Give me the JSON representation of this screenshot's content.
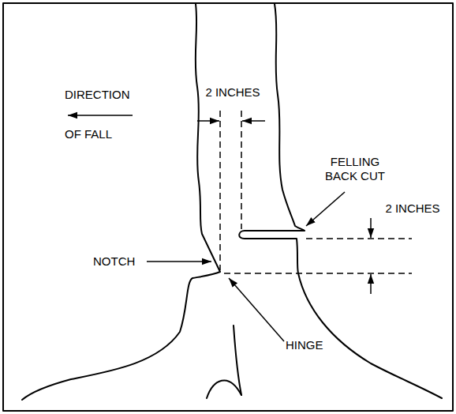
{
  "diagram": {
    "labels": [
      "DIRECTION OF FALL",
      "2 INCHES",
      "FELLING BACK CUT",
      "2 INCHES",
      "NOTCH",
      "HINGE"
    ]
  }
}
